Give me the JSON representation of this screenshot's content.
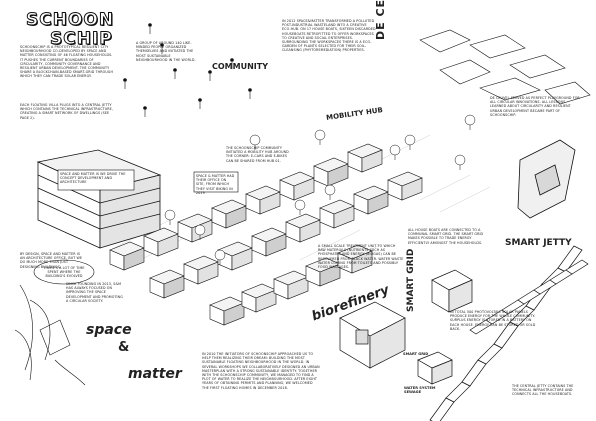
{
  "title": {
    "line1": "SCHOON",
    "line2": "SCHIP"
  },
  "labels": {
    "community": "COMMUNITY",
    "mobility_hub": "MOBILITY HUB",
    "de_ceuvel": "DE CEUVEL",
    "smart_jetty": "SMART JETTY",
    "smart_grid": "SMART GRID",
    "bioreactor": "biorefinery",
    "space": "space",
    "amp": "&",
    "matter": "matter",
    "water_system": "WATER SYSTEM SEWAGE",
    "smart_grid_small": "SMART GRID"
  },
  "notes": {
    "intro": "SCHOONSCHIP IS A PROTOTYPICAL RESILIENT CITY NEIGHBOURHOOD CO-DEVELOPED BY SPACE AND MATTER CONSISTING OF 46 FLOATING HOUSEHOLDS. IT PUSHES THE CURRENT BOUNDARIES OF CIRCULARITY, COMMUNITY GOVERNANCE AND RESILIENT URBAN DEVELOPMENT. THE COMMUNITY SHARE A BLOCKCHAIN-BASED SMART-GRID THROUGH WHICH THEY CAN TRADE SOLAR ENERGY.",
    "jetty_intro": "EACH FLOATING VILLA PLUGS INTO A CENTRAL JETTY WHICH CONTAINS THE TECHNICAL INFRASTRUCTURE, CREATING A SMART NETWORK OF DWELLINGS (SEE PAGE 2).",
    "community": "A GROUP OF AROUND 140 LIKE-MINDED PEOPLE ORGANIZED THEMSELVES AND INITIATED THE MOST SUSTAINABLE NEIGHBOURHOOD IN THE WORLD.",
    "ceuvel": "IN 2012 SPACE&MATTER TRANSFORMED A POLLUTED POST-INDUSTRIAL WASTELAND INTO A CREATIVE ECO-HUB. ON 17 HOUSE BOATS, SIXTEEN DISCARDED HOUSEBOATS RETROFITTED TO OFFER WORKSPACES TO CREATIVE AND SOCIAL ENTERPRISES. SURROUNDING THE WORKSPACES THERE IS A ECO-GARDEN OF PLANTS SELECTED FOR THEIR SOIL-CLEANSING (PHYTOREMEDIATION) PROPERTIES.",
    "ceuvel_right": "DE CEUVEL SERVED AS PERFECT PLAYGROUND FOR ALL CIRCULAR INNOVATIONS. ALL LESSONS LEARNED ABOUT CIRCULARITY AND RESILIENT URBAN DEVELOPMENT BECAME PART OF SCHOONSCHIP.",
    "mobility": "THE SCHOONSCHIP COMMUNITY INITIATED A MOBILITY HUB AROUND THE CORNER: E-CARS AND E-BIKES CAN BE SHARED FROM HUB 01.",
    "plot": "SPACE AND MATTER IS WE DRIVE THE CONCEPT DEVELOPMENT AND ARCHITECTURE",
    "waste": "SPACE & MATTER HAD THEIR OFFICE ON SITE, FROM WHICH THEY VISIT BIKING IN 2019",
    "bubble": "THERE'S A LOT OF TIME SPENT WHERE THE BUILDING'S EVOLVED",
    "architecture": "BY DESIGN, SPACE AND MATTER IS AN ARCHITECTURE OFFICE, BUT WE DO MUCH MORE THAN JUST DESIGNING BUILDINGS.",
    "focus": "SINCE FOUNDING IN 2013, S&M HAS ALWAYS FOCUSED ON IMPROVING THE SPACE DEVELOPMENT AND PROMOTING A CIRCULAR SOCIETY.",
    "bottom": "IN 2010 THE INITIATORS OF SCHOONSCHIP APPROACHED US TO HELP THEM REALIZING THEIR DREAM: BUILDING THE MOST SUSTAINABLE FLOATING NEIGHBOURHOOD IN THE WORLD. IN SEVERAL WORKSHOPS WE COLLABORATIVELY DESIGNED AN URBAN MASTERPLAN WITH A STRONG SUSTAINABLE IDENTITY. TOGETHER WITH THE SCHOONSCHIP COMMUNITY, WE MANAGED TO FIND A PLOT OF WATER TO REALIZE THE NEIGHBOURHOOD. AFTER EIGHT YEARS OF OBTAINING PERMITS AND PLANNING, WE WELCOMED THE FIRST FLOATING HOMES IN DECEMBER 2018.",
    "bio": "A SMALL SCALE TREATMENT UNIT TO WHICH RAW MATERIALS (NUTRIENTS SUCH AS PHOSPHATES AND ENERGY (BIOGAS) CAN BE RECOVERED FROM BLACK WATER. WATER WASTE WATER COMING FROM TOILETS AND POSSIBLY FOOD WASTAGES.",
    "grid": "ALL HOUSE BOATS ARE CONNECTED TO A COMMUNAL SMART GRID. THE SMART GRID MAKES POSSIBLE TO TRADE ENERGY EFFICIENTLY AMONGST THE HOUSEHOLDS.",
    "solar": "IN TOTAL 500 PHOTOVOLTAIC SOLAR PANELS PRODUCE ENERGY FOR THE WHOLE COMMUNITY. SURPLUS ENERGY IS STORED IN A BATTERY ON EACH HOUSE. ENERGY CAN BE STORED OR SOLD BACK.",
    "jetty_bottom": "THE CENTRAL JETTY CONTAINS THE TECHNICAL INFRASTRUCTURE AND CONNECTS ALL THE HOUSEBOATS."
  },
  "colors": {
    "ink": "#1a1a1a",
    "paper": "#ffffff",
    "grey": "#bdbdbd",
    "light": "#e6e6e6"
  }
}
